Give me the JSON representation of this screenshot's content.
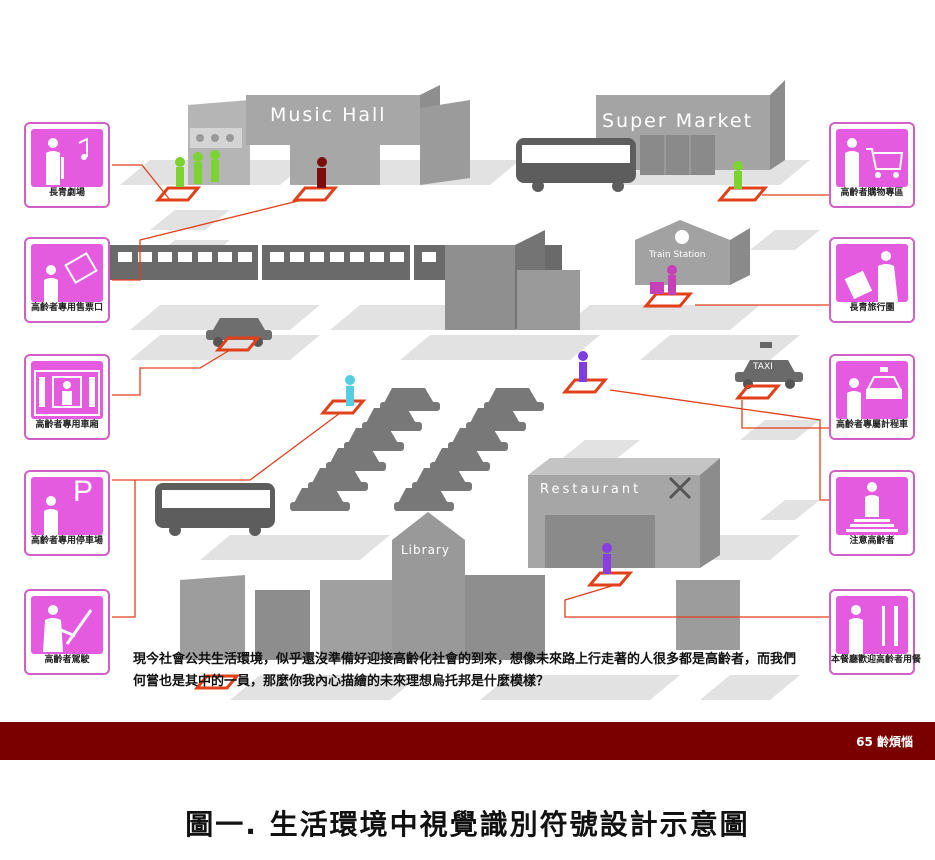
{
  "scene": {
    "buildings": {
      "music_hall": "Music Hall",
      "super_market": "Super Market",
      "train_station": "Train Station",
      "restaurant": "Restaurant",
      "library": "Library",
      "taxi": "TAXI"
    }
  },
  "signs_left": [
    {
      "label": "長青劇場",
      "icon": "music-note-icon"
    },
    {
      "label": "高齡者專用售票口",
      "icon": "ticket-icon"
    },
    {
      "label": "高齡者專用車廂",
      "icon": "train-car-icon"
    },
    {
      "label": "高齡者專用停車場",
      "icon": "parking-p-icon",
      "letter": "P"
    },
    {
      "label": "高齡者駕駛",
      "icon": "steering-wheel-icon"
    }
  ],
  "signs_right": [
    {
      "label": "高齡者購物專區",
      "icon": "shopping-cart-icon"
    },
    {
      "label": "長青旅行團",
      "icon": "luggage-icon"
    },
    {
      "label": "高齡者專屬計程車",
      "icon": "taxi-icon"
    },
    {
      "label": "注意高齡者",
      "icon": "crosswalk-icon"
    },
    {
      "label": "本餐廳歡迎高齡者用餐",
      "icon": "fork-knife-icon"
    }
  ],
  "caption": "現今社會公共生活環境，似乎還沒準備好迎接高齡化社會的到來，想像未來路上行走著的人很多都是高齡者，而我們何嘗也是其中的一員，那麼你我內心描繪的未來理想烏托邦是什麼模樣？",
  "footer": {
    "page_label": "65 齡煩惱"
  },
  "figure_title": "圖一. 生活環境中視覺識別符號設計示意圖",
  "colors": {
    "sign_magenta": "#e45be0",
    "line_red": "#e0401a",
    "footer_red": "#7a0000",
    "building_grey": "#a8a8a8"
  }
}
